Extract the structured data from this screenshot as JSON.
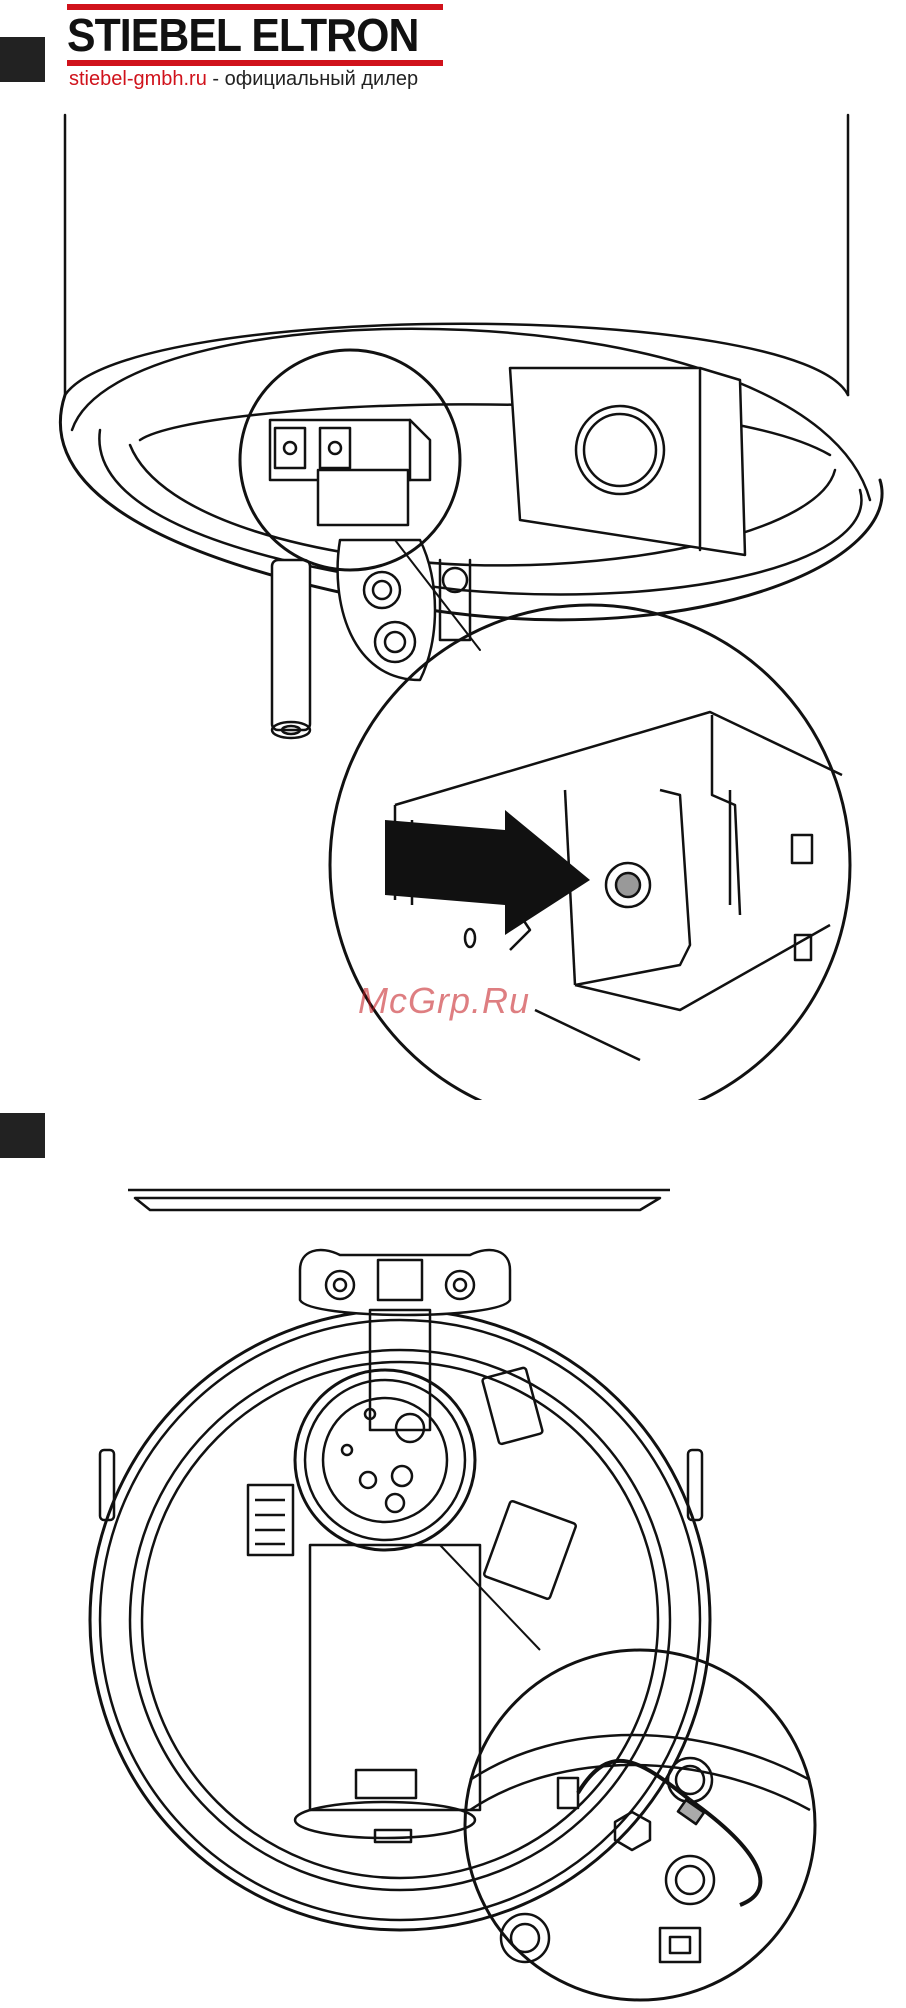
{
  "header": {
    "brand_name": "STIEBEL ELTRON",
    "dealer_link": "stiebel-gmbh.ru",
    "dealer_text": " - официальный дилер"
  },
  "figures": [
    {
      "marker": ""
    },
    {
      "marker": ""
    }
  ],
  "watermark": "McGrp.Ru",
  "colors": {
    "brand_red": "#d0121b",
    "marker": "#222222",
    "watermark": "#c4161c"
  }
}
